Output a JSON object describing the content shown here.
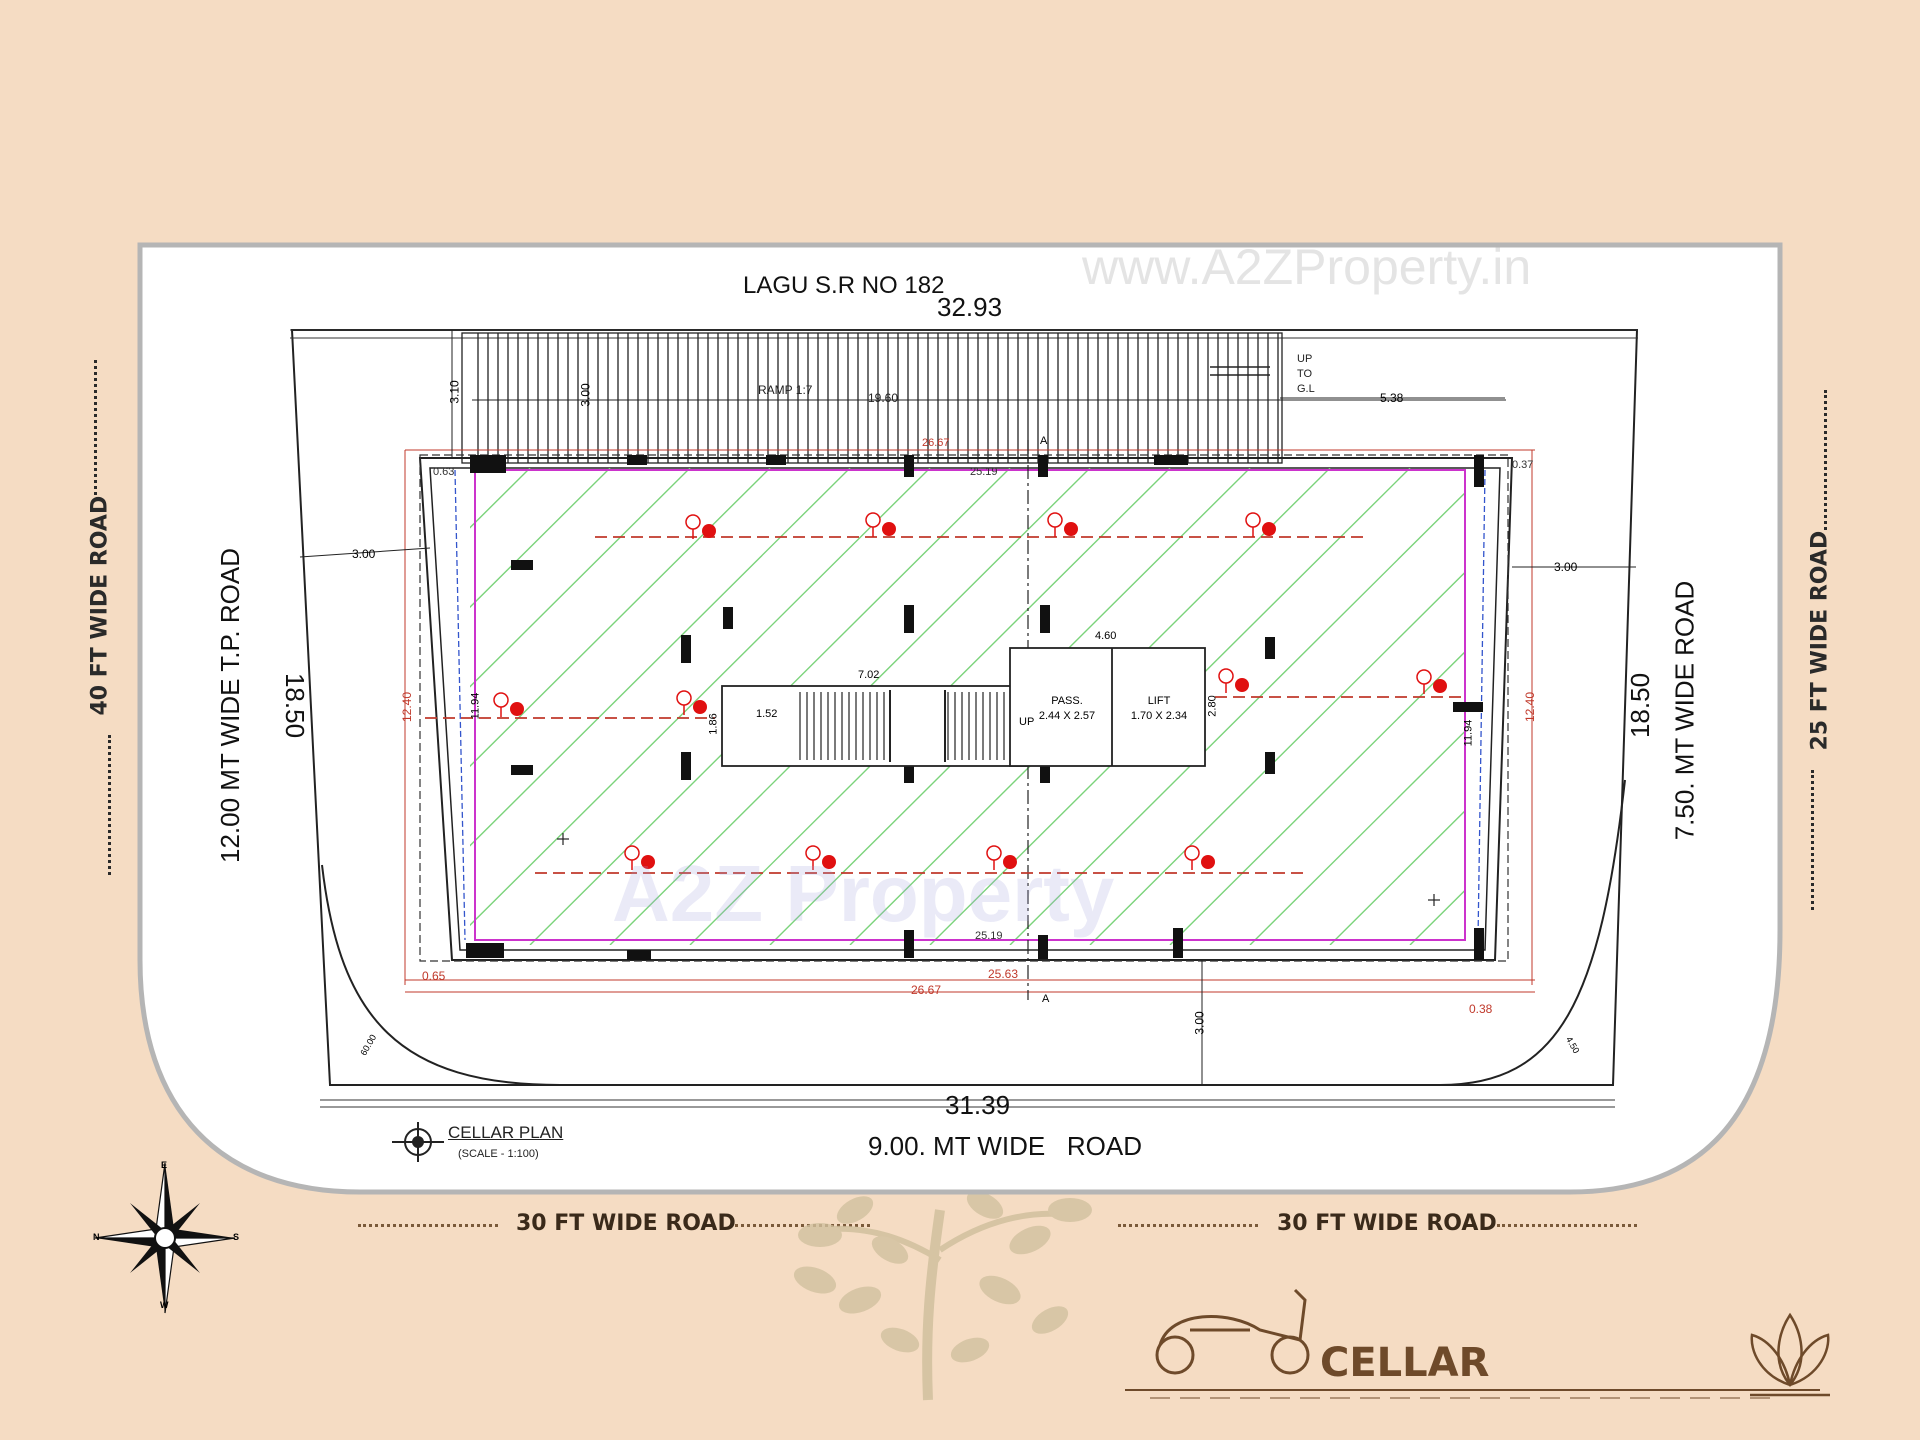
{
  "roads": {
    "left": "40 FT WIDE ROAD",
    "right": "25 FT WIDE ROAD",
    "bottom_left": "30 FT WIDE ROAD",
    "bottom_right": "30 FT WIDE ROAD"
  },
  "plan": {
    "north_label": "LAGU S.R NO 182",
    "north_dim": "32.93",
    "south_dim": "31.39",
    "south_road": "9.00. MT WIDE   ROAD",
    "west_road": "12.00 MT WIDE  T.P. ROAD",
    "west_dim": "18.50",
    "east_road": "7.50. MT WIDE   ROAD",
    "east_dim": "18.50",
    "ramp": "RAMP 1:7",
    "ramp_len": "19.60",
    "up_to_gl": [
      "UP",
      "TO",
      "G.L"
    ],
    "dims": {
      "d310": "3.10",
      "d300_top": "3.00",
      "d538": "5.38",
      "d2667_top": "26.67",
      "d2519_top": "25.19",
      "d063": "0.63",
      "d037": "0.37",
      "d300_left": "3.00",
      "d300_right": "3.00",
      "d1240_left": "12.40",
      "d1194_left": "11.94",
      "d1240_right": "12.40",
      "d1194_right": "11.94",
      "d2519_bot": "25.19",
      "d2563": "25.63",
      "d2667_bot": "26.67",
      "d065": "0.65",
      "d038": "0.38",
      "d300_bot": "3.00",
      "d460": "4.60",
      "d702": "7.02",
      "d152": "1.52",
      "d186": "1.86",
      "d280": "2.80",
      "d600": "60.00",
      "d450": "4.50"
    },
    "passage": "PASS.",
    "passage_size": "2.44 X 2.57",
    "lift": "LIFT",
    "lift_size": "1.70 X 2.34",
    "stair_up": "UP",
    "section": "A",
    "plan_title": "CELLAR PLAN",
    "plan_scale": "(SCALE - 1:100)",
    "watermark_url": "www.A2ZProperty.in",
    "watermark_logo": "A2Z Property"
  },
  "compass": {
    "n": "N",
    "s": "S",
    "e": "E",
    "w": "W"
  },
  "footer": {
    "title": "CELLAR"
  },
  "colors": {
    "background": "#f5dcc3",
    "hatch": "#7bd37b",
    "pink": "#cc33cc",
    "red": "#e01010",
    "dim_red": "#c0392b"
  }
}
